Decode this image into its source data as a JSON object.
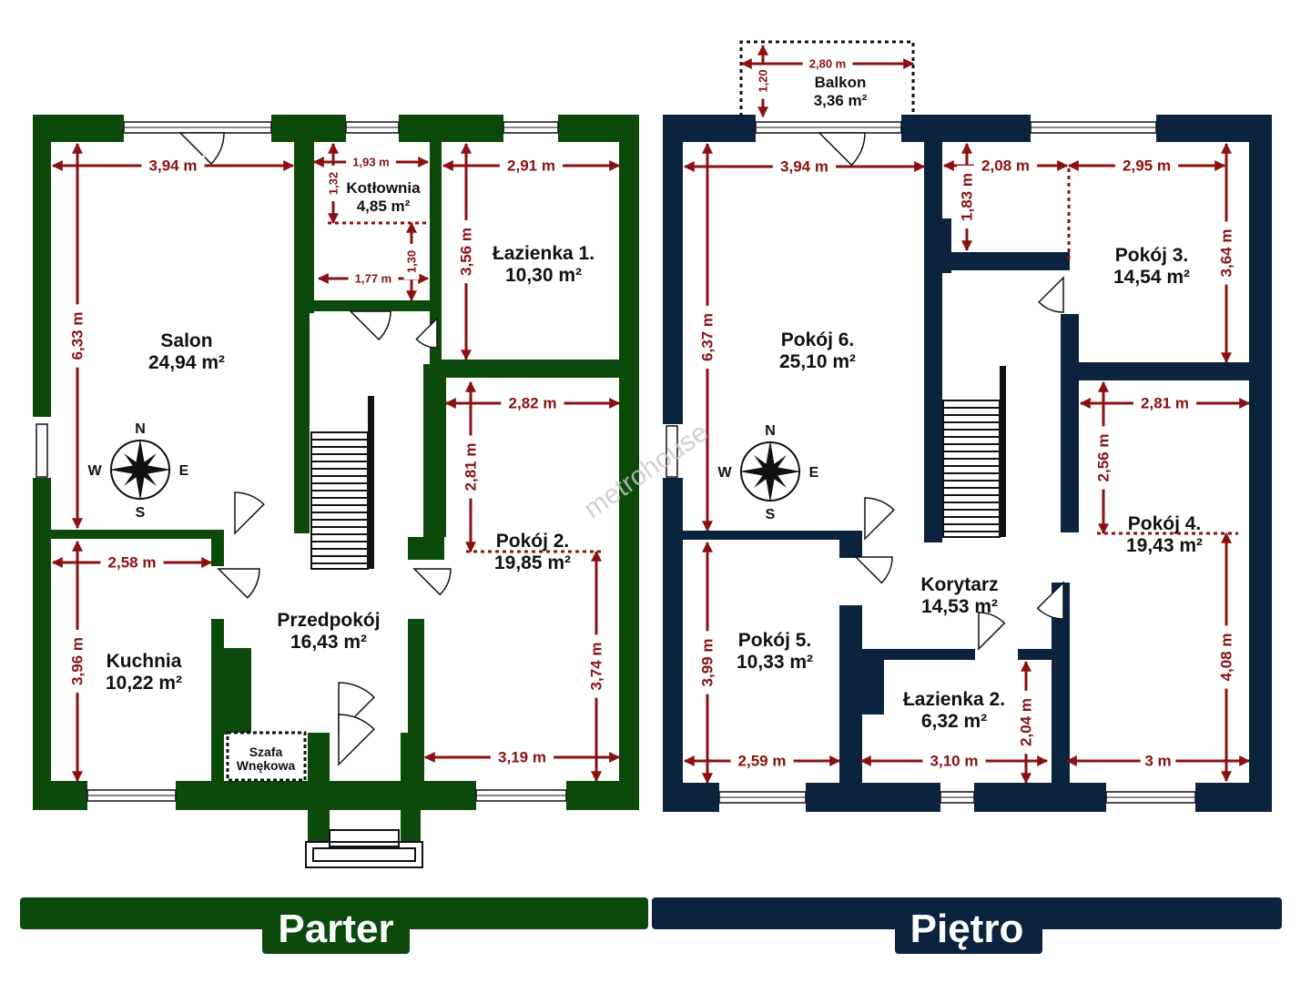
{
  "colors": {
    "parter": "#0b4a0b",
    "pietro": "#0c2340",
    "dimension": "#8b1010"
  },
  "watermark": "metrohouse",
  "compass": {
    "n": "N",
    "s": "S",
    "e": "E",
    "w": "W"
  },
  "parter": {
    "label": "Parter",
    "rooms": {
      "salon": {
        "name": "Salon",
        "area": "24,94 m²"
      },
      "kotlownia": {
        "name": "Kotłownia",
        "area": "4,85 m²"
      },
      "lazienka1": {
        "name": "Łazienka 1.",
        "area": "10,30 m²"
      },
      "pokoj2": {
        "name": "Pokój 2.",
        "area": "19,85 m²"
      },
      "kuchnia": {
        "name": "Kuchnia",
        "area": "10,22 m²"
      },
      "przedpokoj": {
        "name": "Przedpokój",
        "area": "16,43 m²"
      },
      "szafa": {
        "name": "Szafa",
        "name2": "Wnękowa"
      }
    },
    "dims": {
      "salon_w": "3,94 m",
      "salon_h": "6,33 m",
      "kot_w1": "1,93 m",
      "kot_h1": "1,32",
      "kot_w2": "1,77 m",
      "kot_h2": "1,30",
      "laz_w": "2,91 m",
      "laz_h": "3,56 m",
      "p2_w1": "2,82 m",
      "p2_h1": "2,81 m",
      "p2_h2": "3,74 m",
      "p2_w2": "3,19 m",
      "kuch_w": "2,58 m",
      "kuch_h": "3,96 m"
    }
  },
  "pietro": {
    "label": "Piętro",
    "rooms": {
      "balkon": {
        "name": "Balkon",
        "area": "3,36 m²"
      },
      "pokoj6": {
        "name": "Pokój 6.",
        "area": "25,10 m²"
      },
      "pokoj3": {
        "name": "Pokój 3.",
        "area": "14,54 m²"
      },
      "pokoj4": {
        "name": "Pokój 4.",
        "area": "19,43 m²"
      },
      "korytarz": {
        "name": "Korytarz",
        "area": "14,53 m²"
      },
      "pokoj5": {
        "name": "Pokój 5.",
        "area": "10,33 m²"
      },
      "lazienka2": {
        "name": "Łazienka 2.",
        "area": "6,32 m²"
      }
    },
    "dims": {
      "bal_h": "1,20",
      "bal_w": "2,80 m",
      "p6_w": "3,94 m",
      "p6_h": "6,37 m",
      "a_w": "2,08 m",
      "a_h": "1,83 m",
      "p3_w": "2,95 m",
      "p3_h": "3,64 m",
      "p4_w": "2,81 m",
      "p4_h1": "2,56 m",
      "p4_h2": "4,08 m",
      "p4_w2": "3 m",
      "p5_h": "3,99 m",
      "p5_w": "2,59 m",
      "l2_w": "3,10 m",
      "l2_h": "2,04 m"
    }
  }
}
